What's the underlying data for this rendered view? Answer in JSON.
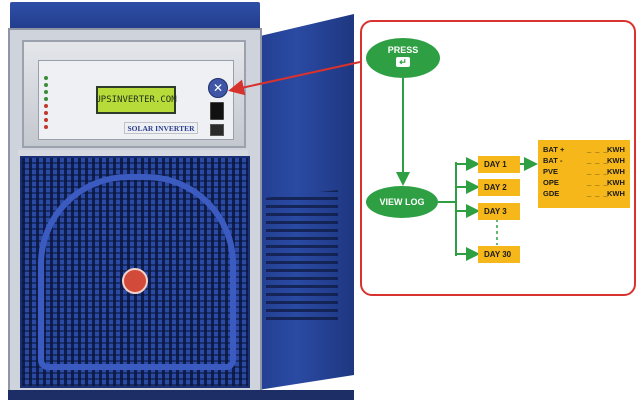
{
  "device": {
    "lcd_text": "UPSINVERTER.COM",
    "brand_plate": "SOLAR INVERTER",
    "led_labels": [
      "",
      "",
      "",
      "",
      "",
      "",
      "",
      ""
    ],
    "colors": {
      "body": "#2a4aa6",
      "lcd": "#b7dc3a",
      "frame": "#cfd3dc"
    },
    "icons": [
      "navigation-cross-icon",
      "power-switch-icon",
      "usb-port-icon",
      "emblem-icon"
    ]
  },
  "flow": {
    "press_label": "PRESS",
    "press_icon": "enter-key-icon",
    "enter_glyph": "↵",
    "view_log_label": "VIEW LOG",
    "days": [
      "DAY 1",
      "DAY 2",
      "DAY 3",
      "DAY 30"
    ],
    "log_rows": [
      {
        "name": "BAT +",
        "dash": "_ _ _",
        "unit": "KWH"
      },
      {
        "name": "BAT -",
        "dash": "_ _ _",
        "unit": "KWH"
      },
      {
        "name": "PVE",
        "dash": "_ _ _",
        "unit": "KWH"
      },
      {
        "name": "OPE",
        "dash": "_ _ _",
        "unit": "KWH"
      },
      {
        "name": "GDE",
        "dash": "_ _ _",
        "unit": "KWH"
      }
    ],
    "colors": {
      "node": "#2ea043",
      "box": "#f5b719",
      "callout": "#d8322e"
    }
  }
}
